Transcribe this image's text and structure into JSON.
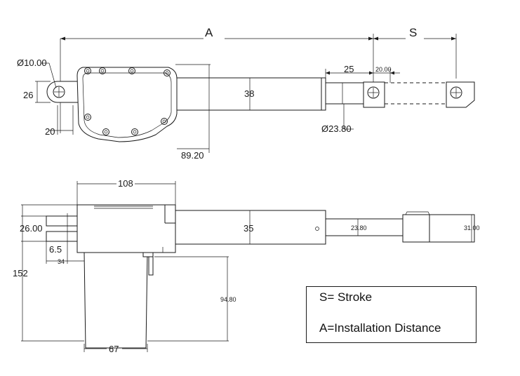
{
  "top_view": {
    "dims": {
      "A": "A",
      "S": "S",
      "d10": "Ø10.00",
      "h26": "26",
      "w20": "20",
      "l89": "89.20",
      "d38": "38",
      "w25": "25",
      "w20b": "20.00",
      "d23": "Ø23.80"
    }
  },
  "side_view": {
    "dims": {
      "w108": "108",
      "h26": "26.00",
      "d35": "35",
      "d23": "23.80",
      "d31": "31.00",
      "h65": "6.5",
      "w34": "34",
      "h152": "152",
      "h94": "94.80",
      "w67": "67"
    }
  },
  "legend": {
    "stroke": "S= Stroke",
    "install": "A=Installation Distance"
  }
}
